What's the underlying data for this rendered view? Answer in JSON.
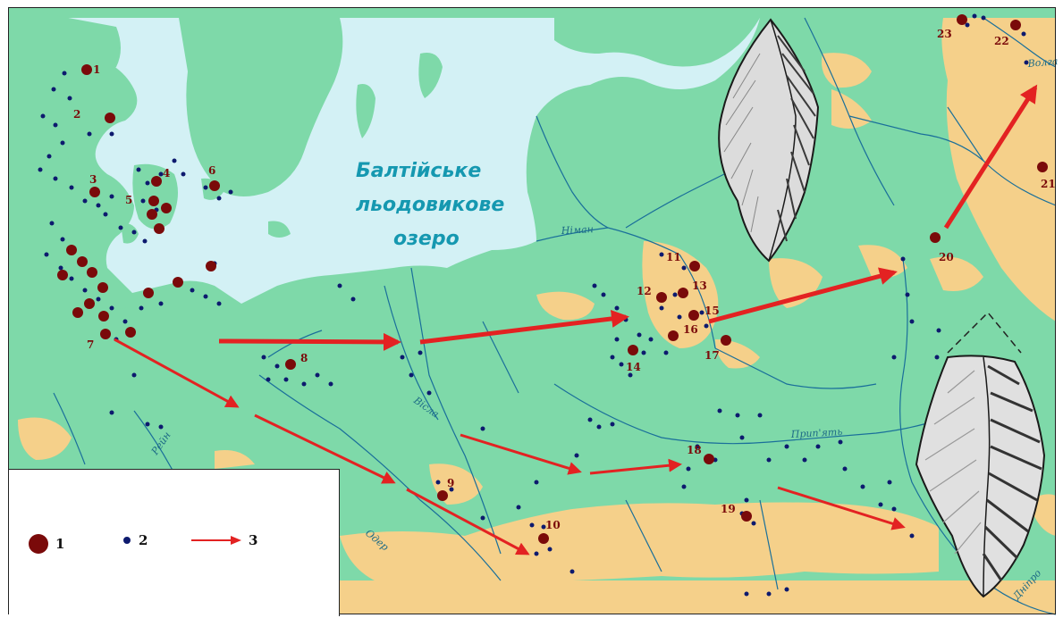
{
  "map": {
    "lake_label_lines": [
      "Балтійське",
      "льодовикове",
      "озеро"
    ],
    "rivers": [
      {
        "id": "niman",
        "label": "Німан"
      },
      {
        "id": "visla",
        "label": "Вісла"
      },
      {
        "id": "odra",
        "label": "Одер"
      },
      {
        "id": "rhine",
        "label": "Рейн"
      },
      {
        "id": "prypiat",
        "label": "Прип'ять"
      },
      {
        "id": "dnipro",
        "label": "Дніпро"
      },
      {
        "id": "volga",
        "label": "Волга"
      }
    ],
    "site_numbers": [
      "1",
      "2",
      "3",
      "4",
      "5",
      "6",
      "7",
      "8",
      "9",
      "10",
      "11",
      "12",
      "13",
      "14",
      "15",
      "16",
      "17",
      "18",
      "19",
      "20",
      "21",
      "22",
      "23"
    ],
    "colors": {
      "lowland": "#7ed9a9",
      "upland": "#f5d08a",
      "water": "#d3f1f5",
      "river": "#1a6f9a",
      "site": "#7a0a0a",
      "find": "#0d1a6e",
      "arrow": "#e32222"
    }
  },
  "legend": {
    "items": [
      {
        "symbol": "large-dark-red-dot",
        "label": "1"
      },
      {
        "symbol": "small-navy-dot",
        "label": "2"
      },
      {
        "symbol": "red-arrow",
        "label": "3"
      }
    ]
  }
}
